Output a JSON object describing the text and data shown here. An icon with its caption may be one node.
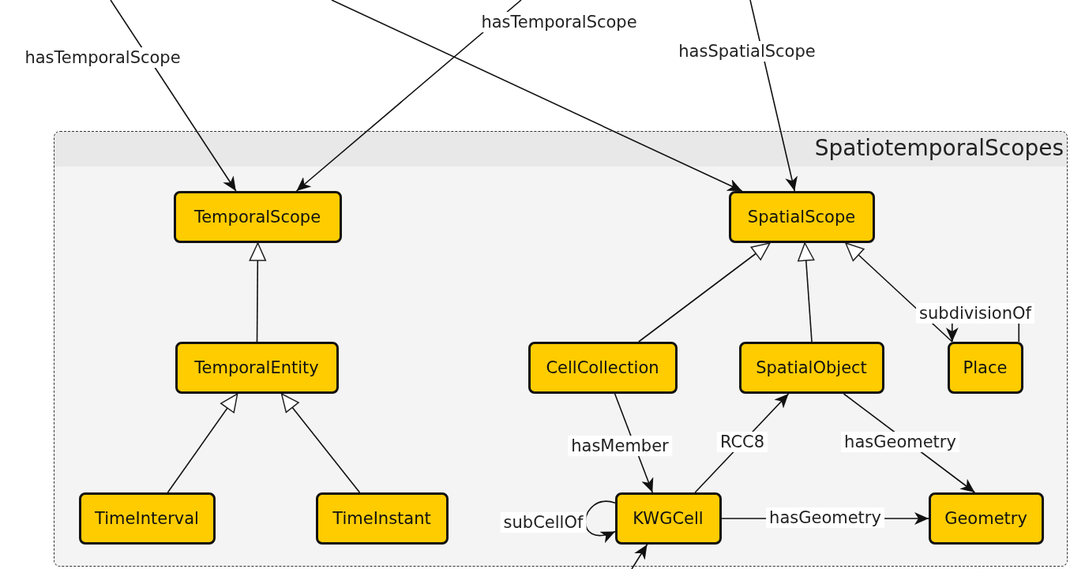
{
  "diagram": {
    "nodes": [
      {
        "text": [
          "SpatiotemporalScopes"
        ]
      },
      {
        "text": [
          "TemporalScope"
        ],
        "in": 0
      },
      {
        "text": [
          "SpatialScope"
        ],
        "in": 0
      },
      {
        "text": [
          "TemporalEntity"
        ],
        "in": 0
      },
      {
        "text": [
          "CellCollection"
        ],
        "in": 0
      },
      {
        "text": [
          "SpatialObject"
        ],
        "in": 0
      },
      {
        "text": [
          "Place"
        ],
        "in": 0
      },
      {
        "text": [
          "TimeInterval"
        ],
        "in": 0
      },
      {
        "text": [
          "TimeInstant"
        ],
        "in": 0
      },
      {
        "text": [
          "KWGCell"
        ],
        "in": 0
      },
      {
        "text": [
          "Geometry"
        ],
        "in": 0
      }
    ],
    "edges": [
      {
        "from": null,
        "to": 1,
        "arrow": "to",
        "label": "hasTemporalScope"
      },
      {
        "from": null,
        "to": 1,
        "arrow": "to",
        "label": "hasTemporalScope"
      },
      {
        "from": null,
        "to": 2,
        "arrow": "to"
      },
      {
        "from": null,
        "to": 2,
        "arrow": "to",
        "label": "hasSpatialScope"
      },
      {
        "from": 3,
        "to": 1,
        "arrow": "to"
      },
      {
        "from": 7,
        "to": 3,
        "arrow": "to"
      },
      {
        "from": 8,
        "to": 3,
        "arrow": "to"
      },
      {
        "from": 4,
        "to": 2,
        "arrow": "to"
      },
      {
        "from": 5,
        "to": 2,
        "arrow": "to"
      },
      {
        "from": 6,
        "to": 2,
        "arrow": "to"
      },
      {
        "from": 6,
        "to": 6,
        "arrow": "to",
        "label": "subdivisionOf"
      },
      {
        "from": 4,
        "to": 9,
        "arrow": "to",
        "label": "hasMember"
      },
      {
        "from": 9,
        "to": 5,
        "arrow": "to",
        "label": "RCC8"
      },
      {
        "from": 5,
        "to": 10,
        "arrow": "to",
        "label": "hasGeometry"
      },
      {
        "from": 9,
        "to": 10,
        "arrow": "to",
        "label": "hasGeometry"
      },
      {
        "from": 9,
        "to": 9,
        "arrow": "to",
        "label": "subCellOf"
      },
      {
        "from": null,
        "to": 9,
        "arrow": "to"
      }
    ]
  }
}
